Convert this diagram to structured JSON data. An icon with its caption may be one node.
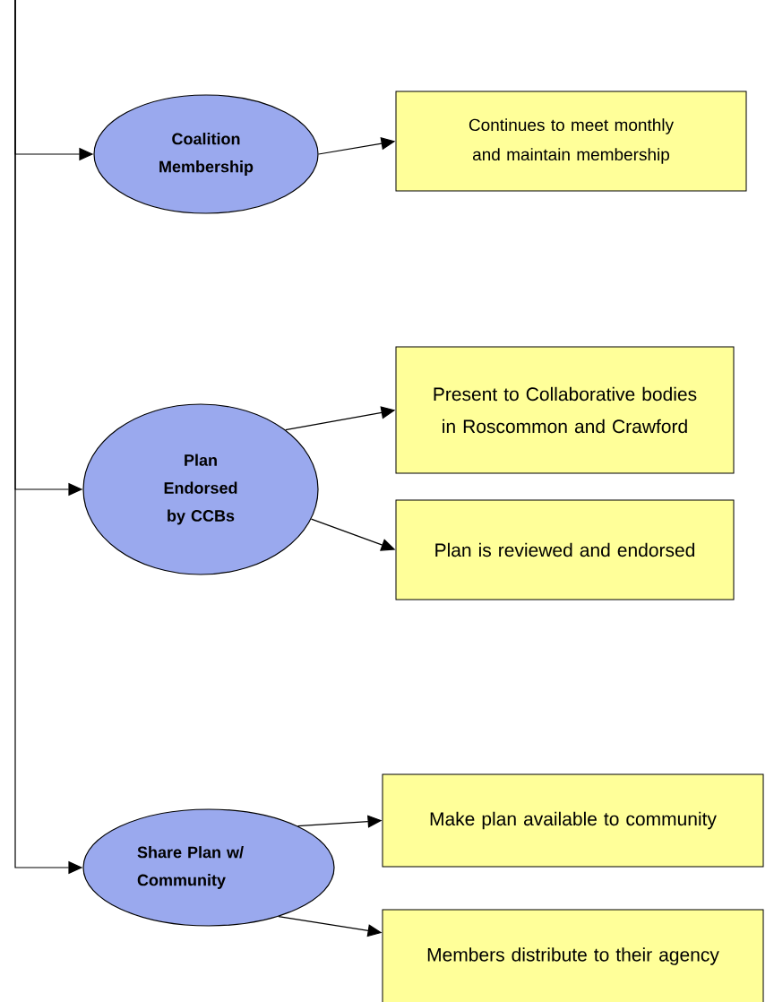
{
  "diagram": {
    "nodes": [
      {
        "text": [
          "Coalition Membership"
        ]
      },
      {
        "text": [
          "Continues to meet monthly and maintain membership"
        ]
      },
      {
        "text": [
          "Plan Endorsed by CCBs"
        ]
      },
      {
        "text": [
          "Present to Collaborative bodies in Roscommon and Crawford"
        ]
      },
      {
        "text": [
          "Plan is reviewed and endorsed"
        ]
      },
      {
        "text": [
          "Share Plan w/ Community"
        ]
      },
      {
        "text": [
          "Make plan available to community"
        ]
      },
      {
        "text": [
          "Members distribute to their agency"
        ]
      }
    ],
    "edges": [
      {
        "from": null,
        "to": 0,
        "arrow": "to"
      },
      {
        "from": null,
        "to": 2,
        "arrow": "to"
      },
      {
        "from": null,
        "to": 5,
        "arrow": "to"
      },
      {
        "from": 0,
        "to": 1,
        "arrow": "to"
      },
      {
        "from": 2,
        "to": 3,
        "arrow": "to"
      },
      {
        "from": 2,
        "to": 4,
        "arrow": "to"
      },
      {
        "from": 5,
        "to": 6,
        "arrow": "to"
      },
      {
        "from": 5,
        "to": 7,
        "arrow": "to"
      }
    ]
  }
}
